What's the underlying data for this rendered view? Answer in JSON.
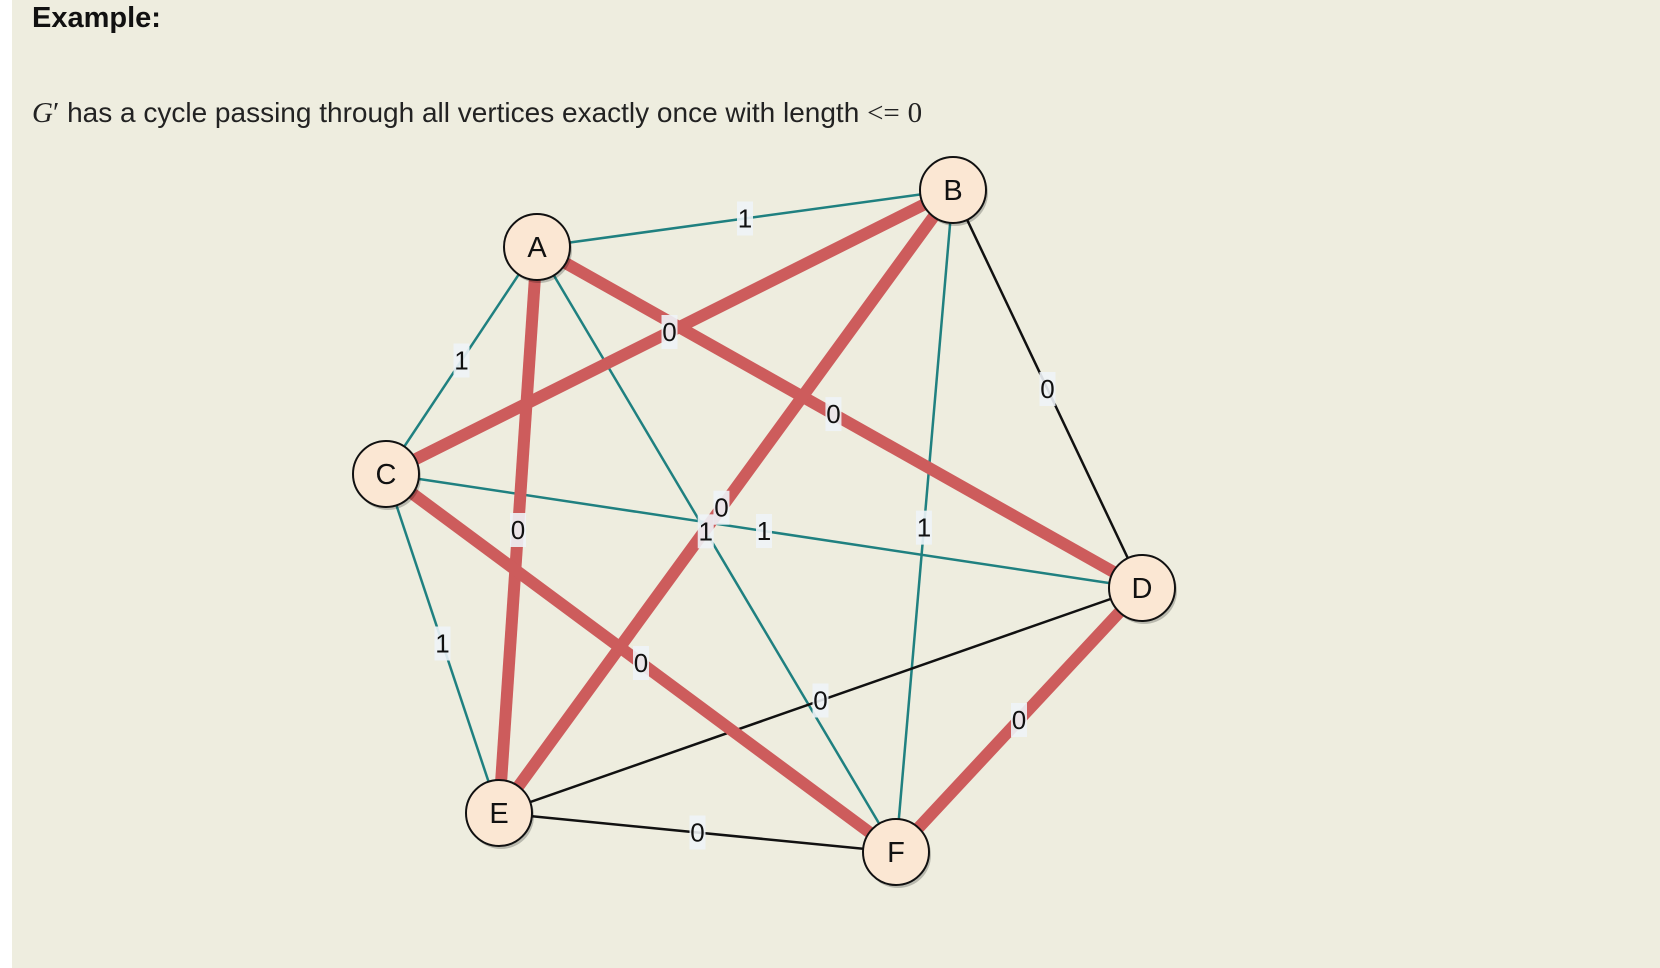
{
  "heading": "Example:",
  "statement": {
    "graph_symbol": "G",
    "prime_mark": "′",
    "text": " has a cycle passing through all vertices exactly once with length ",
    "relation": "<=",
    "bound": "0"
  },
  "colors": {
    "background": "#eeeddf",
    "node_fill": "#fbe7d3",
    "node_stroke": "#111111",
    "cycle_edge": "#cd5c5c",
    "weight_one_edge": "#1f8080",
    "weight_zero_edge": "#111111",
    "label_bg": "#eef3f7"
  },
  "graph": {
    "nodes": [
      {
        "id": "A",
        "label": "A"
      },
      {
        "id": "B",
        "label": "B"
      },
      {
        "id": "C",
        "label": "C"
      },
      {
        "id": "D",
        "label": "D"
      },
      {
        "id": "E",
        "label": "E"
      },
      {
        "id": "F",
        "label": "F"
      }
    ],
    "edges": [
      {
        "source": "A",
        "target": "B",
        "weight": "1",
        "in_cycle": false
      },
      {
        "source": "A",
        "target": "C",
        "weight": "1",
        "in_cycle": false
      },
      {
        "source": "A",
        "target": "D",
        "weight": "0",
        "in_cycle": true
      },
      {
        "source": "A",
        "target": "E",
        "weight": "0",
        "in_cycle": true
      },
      {
        "source": "A",
        "target": "F",
        "weight": "1",
        "in_cycle": false
      },
      {
        "source": "B",
        "target": "C",
        "weight": "0",
        "in_cycle": true
      },
      {
        "source": "B",
        "target": "D",
        "weight": "0",
        "in_cycle": false
      },
      {
        "source": "B",
        "target": "E",
        "weight": "0",
        "in_cycle": true
      },
      {
        "source": "B",
        "target": "F",
        "weight": "1",
        "in_cycle": false
      },
      {
        "source": "C",
        "target": "D",
        "weight": "1",
        "in_cycle": false
      },
      {
        "source": "C",
        "target": "E",
        "weight": "1",
        "in_cycle": false
      },
      {
        "source": "C",
        "target": "F",
        "weight": "0",
        "in_cycle": true
      },
      {
        "source": "D",
        "target": "E",
        "weight": "0",
        "in_cycle": false
      },
      {
        "source": "D",
        "target": "F",
        "weight": "0",
        "in_cycle": true
      },
      {
        "source": "E",
        "target": "F",
        "weight": "0",
        "in_cycle": false
      }
    ]
  }
}
